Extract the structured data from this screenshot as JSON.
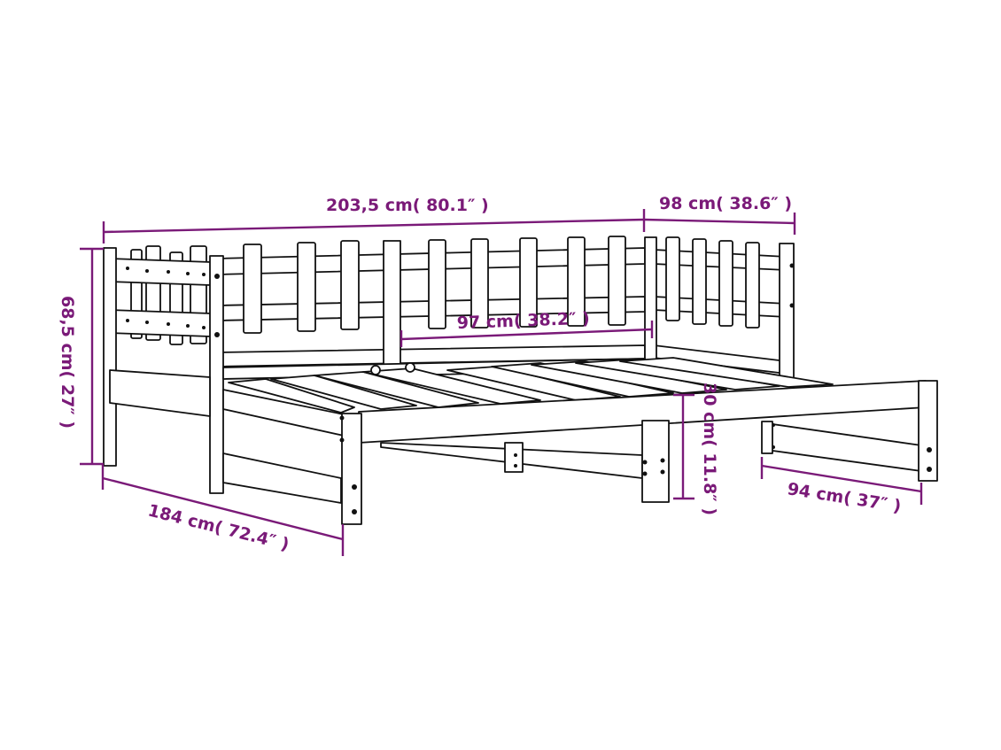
{
  "diagram": {
    "subject": "Daybed with pull-out trundle — dimension drawing",
    "colors": {
      "background": "#ffffff",
      "outline": "#111111",
      "dimension": "#7a1a78"
    },
    "dimensions": {
      "total_length": "203,5 cm( 80.1″ )",
      "headboard_width": "98 cm( 38.6″ )",
      "height": "68,5 cm( 27″ )",
      "inner_length": "97 cm( 38.2″ )",
      "trundle_height": "30 cm( 11.8″ )",
      "trundle_width": "94 cm( 37″ )",
      "trundle_length": "184 cm( 72.4″ )"
    }
  }
}
